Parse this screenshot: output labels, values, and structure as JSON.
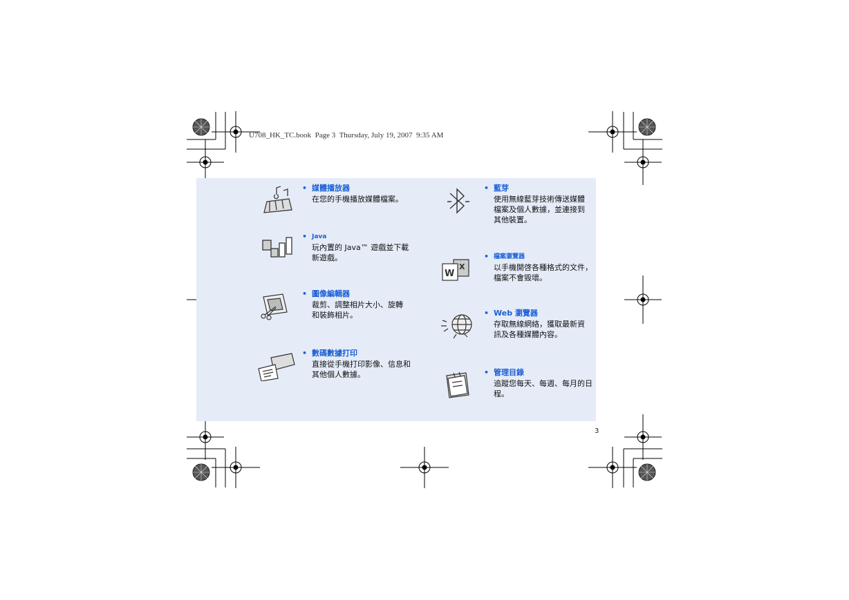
{
  "header": {
    "text": "U708_HK_TC.book  Page 3  Thursday, July 19, 2007  9:35 AM"
  },
  "page_number": "3",
  "features": [
    {
      "key": "media_player",
      "icon": "music-note-icon",
      "title": "媒體播放器",
      "desc": "在您的手機播放媒體檔案。"
    },
    {
      "key": "java",
      "icon": "blocks-icon",
      "title": "Java",
      "desc": "玩內置的 Java™ 遊戲並下載新遊戲。"
    },
    {
      "key": "image_editor",
      "icon": "photo-scissors-icon",
      "title": "圖像編輯器",
      "desc": "裁剪、調整相片大小、旋轉和裝飾相片。"
    },
    {
      "key": "digital_print",
      "icon": "printer-icon",
      "title": "數碼數據打印",
      "desc": "直接從手機打印影像、信息和其他個人數據。"
    },
    {
      "key": "bluetooth",
      "icon": "bluetooth-icon",
      "title": "藍芽",
      "desc": "使用無線藍芽技術傳送媒體檔案及個人數據，並連接到其他裝置。"
    },
    {
      "key": "file_viewer",
      "icon": "documents-icon",
      "title": "檔案瀏覽器",
      "desc": "以手機開啓各種格式的文件，檔案不會毀壞。"
    },
    {
      "key": "web_browser",
      "icon": "globe-icon",
      "title": "Web 瀏覽器",
      "desc": "存取無線網絡，獲取最新資訊及各種媒體內容。"
    },
    {
      "key": "organiser",
      "icon": "calendar-icon",
      "title": "管理目錄",
      "desc": "追蹤您每天、每週、每月的日程。"
    }
  ],
  "colors": {
    "panel_bg": "#e5ecf8",
    "title_blue": "#1a5fd6"
  }
}
